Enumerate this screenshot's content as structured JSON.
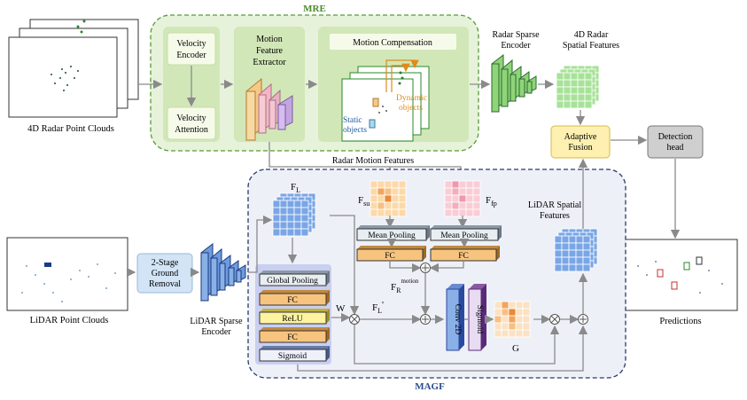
{
  "mre": {
    "title": "MRE",
    "velocity_encoder": [
      "Velocity",
      "Encoder"
    ],
    "velocity_attention": [
      "Velocity",
      "Attention"
    ],
    "motion_feature_extractor": [
      "Motion",
      "Feature",
      "Extractor"
    ],
    "motion_compensation": "Motion Compensation",
    "dynamic_objects": [
      "Dynamic",
      "objects"
    ],
    "static_objects": [
      "Static",
      "objects"
    ]
  },
  "radar": {
    "point_clouds": "4D Radar Point Clouds",
    "sparse_encoder": [
      "Radar Sparse",
      "Encoder"
    ],
    "spatial_features": [
      "4D Radar",
      "Spatial Features"
    ],
    "motion_features": "Radar Motion Features"
  },
  "fusion": {
    "adaptive_fusion": [
      "Adaptive",
      "Fusion"
    ],
    "detection_head": [
      "Detection",
      "head"
    ],
    "predictions": "Predictions"
  },
  "lidar": {
    "point_clouds": "LiDAR Point Clouds",
    "ground_removal": [
      "2-Stage",
      "Ground",
      "Removal"
    ],
    "sparse_encoder": [
      "LiDAR Sparse",
      "Encoder"
    ],
    "spatial_features": [
      "LiDAR Spatial",
      "Features"
    ]
  },
  "magf": {
    "title": "MAGF",
    "fl": "F",
    "fl_sub": "L",
    "fsu": "F",
    "fsu_sub": "su",
    "ffp": "F",
    "ffp_sub": "fp",
    "fr": "F",
    "fr_sub": "R",
    "fr_sup": "motion",
    "fl_prime": "F",
    "fl_prime_sub": "L",
    "fl_prime_mark": "'",
    "w": "W",
    "g": "G",
    "mean_pooling_1": "Mean Pooling",
    "mean_pooling_2": "Mean Pooling",
    "fc_1": "FC",
    "fc_2": "FC",
    "global_pooling": "Global Pooling",
    "fc_a": "FC",
    "relu": "ReLU",
    "fc_b": "FC",
    "sigmoid_stack": "Sigmoid",
    "conv2d": "Conv 2D",
    "sigmoid_vert": "Sigmoid"
  },
  "colors": {
    "mre_bg": "#e6f2d9",
    "mre_inner": "#d4e8bd",
    "magf_bg": "#eef0f8",
    "radar_green": "#8fd47a",
    "lidar_blue": "#6e9be0",
    "fusion_yellow": "#fdf0b0",
    "detect_gray": "#cfcfcf",
    "orange": "#f7c47f",
    "pink": "#f4b2c0"
  }
}
